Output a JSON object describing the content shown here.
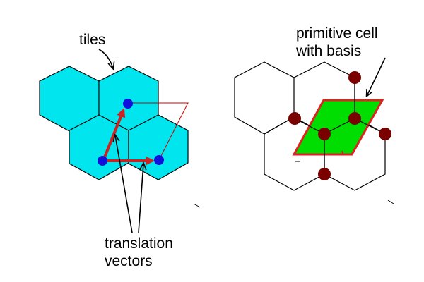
{
  "labels": {
    "tiles": "tiles",
    "translation_line1": "translation",
    "translation_line2": "vectors",
    "primitive_line1": "primitive cell",
    "primitive_line2": "with basis"
  },
  "colors": {
    "tile_fill": "#00e5ee",
    "lattice_point": "#1010dd",
    "vector": "#cc2222",
    "cell_fill": "#00dd00",
    "cell_border": "#dd2222",
    "basis_atom": "#7a0000",
    "outline": "#000000"
  }
}
